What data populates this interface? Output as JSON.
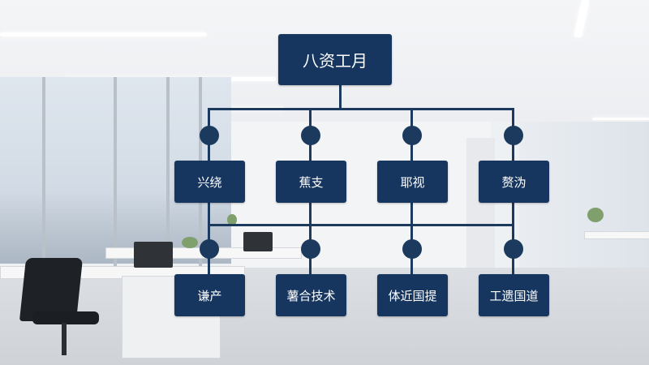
{
  "org_chart": {
    "root": {
      "label": "八资工月"
    },
    "departments": [
      {
        "label": "兴绕"
      },
      {
        "label": "蕉支"
      },
      {
        "label": "耶视"
      },
      {
        "label": "赘沩"
      }
    ],
    "units": [
      {
        "label": "谦产"
      },
      {
        "label": "薯合技术"
      },
      {
        "label": "体近国提"
      },
      {
        "label": "工遗国道"
      }
    ],
    "colors": {
      "box": "#163660",
      "line": "#1b3a5e",
      "text": "#ffffff"
    }
  }
}
